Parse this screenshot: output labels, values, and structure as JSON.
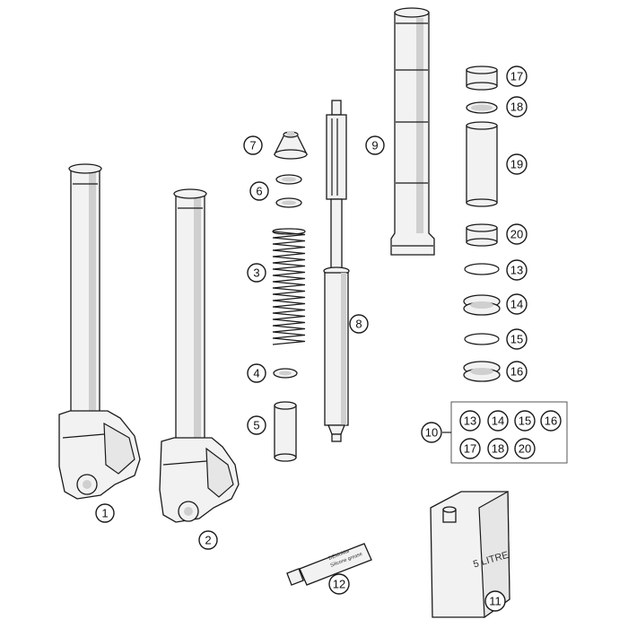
{
  "callouts": {
    "c1": "1",
    "c2": "2",
    "c3": "3",
    "c4": "4",
    "c5": "5",
    "c6": "6",
    "c7": "7",
    "c8": "8",
    "c9": "9",
    "c10": "10",
    "c11": "11",
    "c12": "12",
    "c13": "13",
    "c14": "14",
    "c15": "15",
    "c16": "16",
    "c17": "17",
    "c18": "18",
    "c19": "19",
    "c20": "20"
  },
  "kit": {
    "items": [
      "13",
      "14",
      "15",
      "16",
      "17",
      "18",
      "20"
    ]
  },
  "labels": {
    "oil_can": "5 LITRE",
    "grease_brand": "DEMoMar",
    "grease_text": "Silicone grease"
  }
}
